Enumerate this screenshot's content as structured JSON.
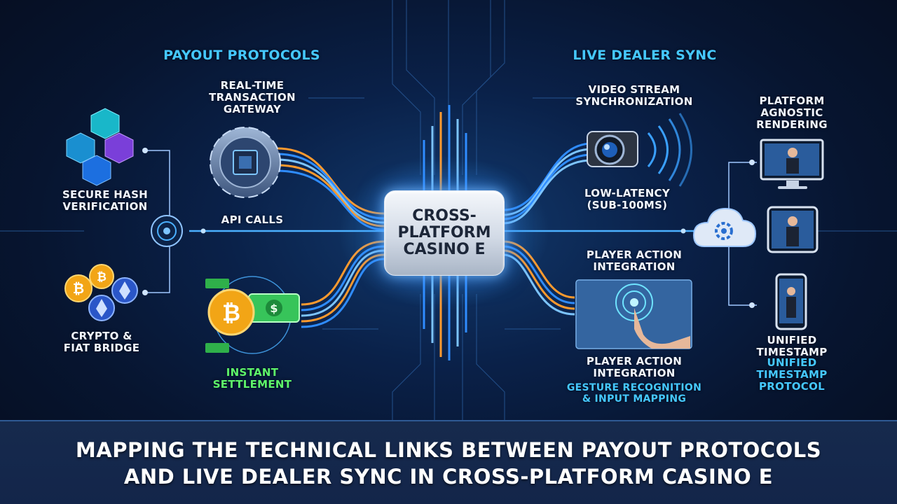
{
  "sections": {
    "payout": "PAYOUT PROTOCOLS",
    "live": "LIVE DEALER SYNC"
  },
  "center": "CROSS-\nPLATFORM\nCASINO E",
  "nodes": {
    "gateway": "REAL-TIME\nTRANSACTION\nGATEWAY",
    "hash": "SECURE HASH\nVERIFICATION",
    "api": "API CALLS",
    "crypto": "CRYPTO &\nFIAT BRIDGE",
    "settlement": "INSTANT\nSETTLEMENT",
    "video": "VIDEO STREAM\nSYNCHRONIZATION",
    "latency": "LOW-LATENCY\n(sub-100ms)",
    "player_top": "PLAYER ACTION\nINTEGRATION",
    "player_bottom": "PLAYER ACTION\nINTEGRATION",
    "gesture": "GESTURE RECOGNITION\n& INPUT MAPPING",
    "agnostic": "PLATFORM\nAGNOSTIC\nRENDERING",
    "timestamp_white": "UNIFIED\nTIMESTAMP",
    "timestamp_blue": "UNIFIED\nTIMESTAMP\nPROTOCOL"
  },
  "banner": "MAPPING THE TECHNICAL LINKS BETWEEN PAYOUT PROTOCOLS\nAND LIVE DEALER SYNC IN CROSS-PLATFORM CASINO E",
  "colors": {
    "accent_blue": "#45c8ff",
    "accent_orange": "#ff9a2e",
    "accent_green": "#5ef56a",
    "banner_bg": "#13254a"
  },
  "icons": [
    "blockchain-cubes-icon",
    "gear-chip-icon",
    "crypto-coins-icon",
    "bitcoin-cash-icon",
    "camera-icon",
    "touch-screen-icon",
    "cloud-gear-icon",
    "desktop-icon",
    "tablet-icon",
    "smartphone-icon",
    "hub-node-icon"
  ]
}
